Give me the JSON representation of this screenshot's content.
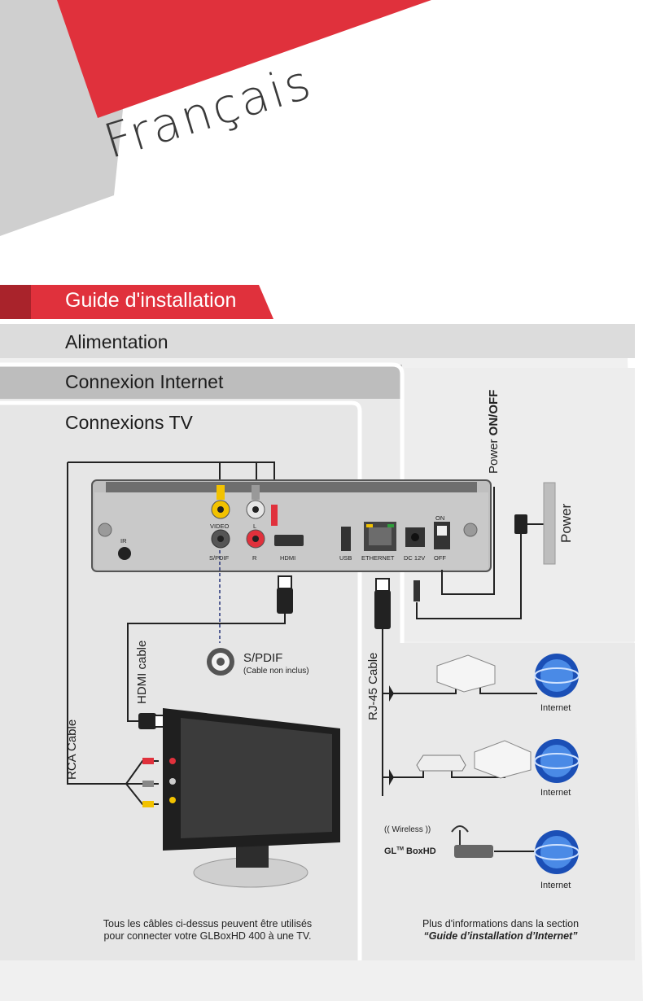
{
  "language_title": "Français",
  "sections": {
    "guide": "Guide d'installation",
    "power": "Alimentation",
    "internet": "Connexion Internet",
    "tv": "Connexions TV"
  },
  "device_ports": {
    "ir": "IR",
    "video": "VIDEO",
    "spdif": "S/PDIF",
    "left": "L",
    "right": "R",
    "hdmi": "HDMI",
    "usb": "USB",
    "ethernet": "ETHERNET",
    "dc": "DC 12V",
    "on": "ON",
    "off": "OFF"
  },
  "labels": {
    "power_onoff_prefix": "Power ",
    "power_onoff_bold": "ON/OFF",
    "power": "Power",
    "hdmi_cable": "HDMI cable",
    "rca_cable": "RCA Cable",
    "rj45_cable": "RJ-45 Cable",
    "spdif": "S/PDIF",
    "spdif_note": "(Cable non inclus)",
    "internet_1": "Internet",
    "internet_2": "Internet",
    "internet_3": "Internet",
    "wireless": "Wireless",
    "glbox_brand": "GL",
    "glbox_tm": "TM",
    "glbox_model": " BoxHD"
  },
  "captions": {
    "tv_line1": "Tous les câbles ci-dessus peuvent être utilisés",
    "tv_line2": "pour connecter votre GLBoxHD 400 à une TV.",
    "internet_line1": "Plus d'informations dans la section",
    "internet_line2": "“Guide d’installation d’Internet”"
  },
  "colors": {
    "red": "#e0313c",
    "dark_red": "#a9232b",
    "light_gray": "#e4e4e4",
    "mid_gray": "#c8c8c8",
    "panel_gray": "#eeeeee"
  }
}
